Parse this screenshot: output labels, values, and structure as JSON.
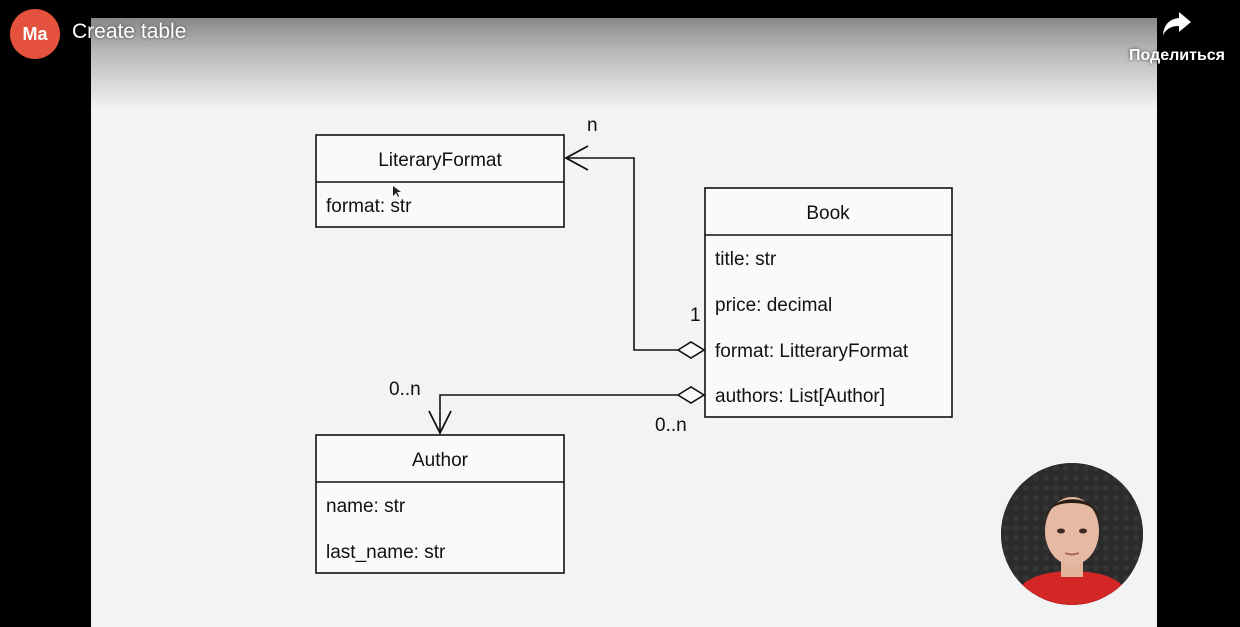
{
  "header": {
    "channel_avatar_text": "Ma",
    "video_title": "Create table",
    "share_label": "Поделиться"
  },
  "diagram": {
    "classes": {
      "literary_format": {
        "name": "LiteraryFormat",
        "fields": [
          "format: str"
        ]
      },
      "book": {
        "name": "Book",
        "fields": [
          "title: str",
          "price: decimal",
          "format: LitteraryFormat",
          "authors: List[Author]"
        ]
      },
      "author": {
        "name": "Author",
        "fields": [
          "name: str",
          "last_name: str"
        ]
      }
    },
    "multiplicities": {
      "format_target": "n",
      "format_source": "1",
      "authors_target": "0..n",
      "authors_source": "0..n"
    }
  },
  "colors": {
    "avatar_bg": "#e4513c",
    "slide_bg": "#f3f3f3",
    "line": "#111111"
  }
}
